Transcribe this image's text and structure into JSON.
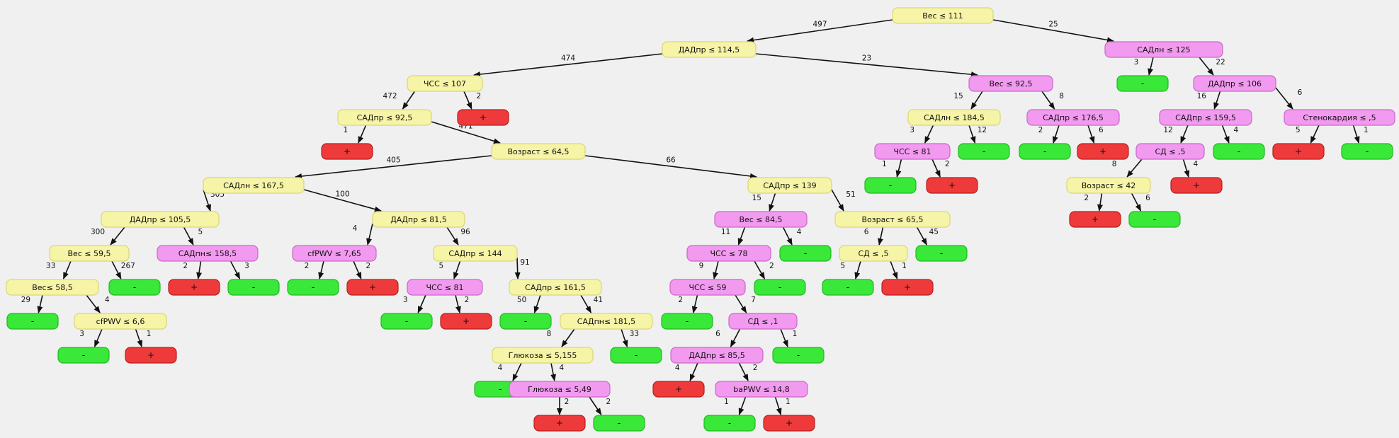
{
  "colors": {
    "yellow_fill": "#f6f4a6",
    "yellow_stroke": "#d9d67a",
    "pink_fill": "#f29af0",
    "pink_stroke": "#c869c6",
    "green_fill": "#39e839",
    "green_stroke": "#24b824",
    "red_fill": "#ee3a3a",
    "red_stroke": "#b81f1f",
    "background": "#f0f0f0"
  },
  "nodes": {
    "n1": {
      "label": "Вес ≤ 111",
      "kind": "yellow"
    },
    "n2": {
      "label": "ДАДпр ≤ 114,5",
      "kind": "yellow"
    },
    "n3": {
      "label": "САДлн ≤ 125",
      "kind": "pink"
    },
    "n4": {
      "label": "ЧСС ≤ 107",
      "kind": "yellow"
    },
    "n5": {
      "label": "Вес ≤ 92,5",
      "kind": "pink"
    },
    "n6": {
      "label": "-",
      "kind": "green"
    },
    "n7": {
      "label": "ДАДпр ≤ 106",
      "kind": "pink"
    },
    "n8": {
      "label": "САДпр ≤ 92,5",
      "kind": "yellow"
    },
    "n9": {
      "label": "+",
      "kind": "red"
    },
    "n10": {
      "label": "САДлн ≤ 184,5",
      "kind": "yellow"
    },
    "n11": {
      "label": "САДпр ≤ 176,5",
      "kind": "pink"
    },
    "n12": {
      "label": "САДпр ≤ 159,5",
      "kind": "pink"
    },
    "n13": {
      "label": "Стенокардия ≤ ,5",
      "kind": "pink"
    },
    "n14": {
      "label": "+",
      "kind": "red"
    },
    "n15": {
      "label": "Возраст ≤ 64,5",
      "kind": "yellow"
    },
    "n16": {
      "label": "ЧСС ≤ 81",
      "kind": "pink"
    },
    "n17": {
      "label": "-",
      "kind": "green"
    },
    "n18": {
      "label": "-",
      "kind": "green"
    },
    "n19": {
      "label": "+",
      "kind": "red"
    },
    "n20": {
      "label": "СД ≤ ,5",
      "kind": "pink"
    },
    "n21": {
      "label": "-",
      "kind": "green"
    },
    "n22": {
      "label": "+",
      "kind": "red"
    },
    "n23": {
      "label": "-",
      "kind": "green"
    },
    "n24": {
      "label": "САДлн ≤ 167,5",
      "kind": "yellow"
    },
    "n25": {
      "label": "САДпр ≤ 139",
      "kind": "yellow"
    },
    "n26": {
      "label": "-",
      "kind": "green"
    },
    "n27": {
      "label": "+",
      "kind": "red"
    },
    "n28": {
      "label": "Возраст ≤ 42",
      "kind": "yellow"
    },
    "n29": {
      "label": "+",
      "kind": "red"
    },
    "n30": {
      "label": "ДАДпр ≤ 105,5",
      "kind": "yellow"
    },
    "n31": {
      "label": "ДАДпр ≤ 81,5",
      "kind": "yellow"
    },
    "n32": {
      "label": "Вес ≤ 84,5",
      "kind": "pink"
    },
    "n33": {
      "label": "Возраст ≤ 65,5",
      "kind": "yellow"
    },
    "n34": {
      "label": "+",
      "kind": "red"
    },
    "n35": {
      "label": "-",
      "kind": "green"
    },
    "n36": {
      "label": "Вес ≤ 59,5",
      "kind": "yellow"
    },
    "n37": {
      "label": "САДпн≤ 158,5",
      "kind": "pink"
    },
    "n38": {
      "label": "cfPWV ≤ 7,65",
      "kind": "pink"
    },
    "n39": {
      "label": "САДпр ≤ 144",
      "kind": "yellow"
    },
    "n40": {
      "label": "ЧСС ≤ 78",
      "kind": "pink"
    },
    "n41": {
      "label": "-",
      "kind": "green"
    },
    "n42": {
      "label": "СД ≤ ,5",
      "kind": "yellow"
    },
    "n43": {
      "label": "-",
      "kind": "green"
    },
    "n44": {
      "label": "Вес≤ 58,5",
      "kind": "yellow"
    },
    "n45": {
      "label": "-",
      "kind": "green"
    },
    "n46": {
      "label": "+",
      "kind": "red"
    },
    "n47": {
      "label": "-",
      "kind": "green"
    },
    "n48": {
      "label": "-",
      "kind": "green"
    },
    "n49": {
      "label": "+",
      "kind": "red"
    },
    "n50": {
      "label": "ЧСС ≤ 81",
      "kind": "pink"
    },
    "n51": {
      "label": "САДпр ≤ 161,5",
      "kind": "yellow"
    },
    "n52": {
      "label": "ЧСС ≤ 59",
      "kind": "pink"
    },
    "n53": {
      "label": "-",
      "kind": "green"
    },
    "n54": {
      "label": "-",
      "kind": "green"
    },
    "n55": {
      "label": "+",
      "kind": "red"
    },
    "n56": {
      "label": "-",
      "kind": "green"
    },
    "n57": {
      "label": "cfPWV ≤ 6,6",
      "kind": "yellow"
    },
    "n58": {
      "label": "-",
      "kind": "green"
    },
    "n59": {
      "label": "+",
      "kind": "red"
    },
    "n60": {
      "label": "-",
      "kind": "green"
    },
    "n61": {
      "label": "САДпн≤ 181,5",
      "kind": "yellow"
    },
    "n62": {
      "label": "-",
      "kind": "green"
    },
    "n63": {
      "label": "СД ≤ ,1",
      "kind": "pink"
    },
    "n64": {
      "label": "-",
      "kind": "green"
    },
    "n65": {
      "label": "+",
      "kind": "red"
    },
    "n66": {
      "label": "Глюкоза ≤ 5,155",
      "kind": "yellow"
    },
    "n67": {
      "label": "-",
      "kind": "green"
    },
    "n68": {
      "label": "ДАДпр ≤ 85,5",
      "kind": "pink"
    },
    "n69": {
      "label": "-",
      "kind": "green"
    },
    "n70": {
      "label": "-",
      "kind": "green"
    },
    "n71": {
      "label": "Глюкоза ≤ 5,49",
      "kind": "pink"
    },
    "n72": {
      "label": "+",
      "kind": "red"
    },
    "n73": {
      "label": "baPWV ≤ 14,8",
      "kind": "pink"
    },
    "n74": {
      "label": "+",
      "kind": "red"
    },
    "n75": {
      "label": "-",
      "kind": "green"
    },
    "n76": {
      "label": "-",
      "kind": "green"
    },
    "n77": {
      "label": "+",
      "kind": "red"
    }
  },
  "edges": [
    {
      "id": "e1",
      "from": "n1",
      "to": "n2",
      "label": "497"
    },
    {
      "id": "e2",
      "from": "n1",
      "to": "n3",
      "label": "25"
    },
    {
      "id": "e3",
      "from": "n2",
      "to": "n4",
      "label": "474"
    },
    {
      "id": "e4",
      "from": "n2",
      "to": "n5",
      "label": "23"
    },
    {
      "id": "e5",
      "from": "n3",
      "to": "n6",
      "label": "3"
    },
    {
      "id": "e6",
      "from": "n3",
      "to": "n7",
      "label": "22"
    },
    {
      "id": "e7",
      "from": "n4",
      "to": "n8",
      "label": "472"
    },
    {
      "id": "e8",
      "from": "n4",
      "to": "n9",
      "label": "2"
    },
    {
      "id": "e9",
      "from": "n5",
      "to": "n10",
      "label": "15"
    },
    {
      "id": "e10",
      "from": "n5",
      "to": "n11",
      "label": "8"
    },
    {
      "id": "e11",
      "from": "n7",
      "to": "n12",
      "label": "16"
    },
    {
      "id": "e12",
      "from": "n7",
      "to": "n13",
      "label": "6"
    },
    {
      "id": "e13",
      "from": "n8",
      "to": "n14",
      "label": "1"
    },
    {
      "id": "e14",
      "from": "n8",
      "to": "n15",
      "label": "471"
    },
    {
      "id": "e15",
      "from": "n10",
      "to": "n16",
      "label": "3"
    },
    {
      "id": "e16",
      "from": "n10",
      "to": "n17",
      "label": "12"
    },
    {
      "id": "e17",
      "from": "n11",
      "to": "n18",
      "label": "2"
    },
    {
      "id": "e18",
      "from": "n11",
      "to": "n19",
      "label": "6"
    },
    {
      "id": "e19",
      "from": "n12",
      "to": "n20",
      "label": "12"
    },
    {
      "id": "e20",
      "from": "n12",
      "to": "n21",
      "label": "4"
    },
    {
      "id": "e21",
      "from": "n13",
      "to": "n22",
      "label": "5"
    },
    {
      "id": "e22",
      "from": "n13",
      "to": "n23",
      "label": "1"
    },
    {
      "id": "e23",
      "from": "n15",
      "to": "n24",
      "label": "405"
    },
    {
      "id": "e24",
      "from": "n15",
      "to": "n25",
      "label": "66"
    },
    {
      "id": "e25",
      "from": "n16",
      "to": "n26",
      "label": "1"
    },
    {
      "id": "e26",
      "from": "n16",
      "to": "n27",
      "label": "2"
    },
    {
      "id": "e27",
      "from": "n20",
      "to": "n28",
      "label": "8"
    },
    {
      "id": "e28",
      "from": "n20",
      "to": "n29",
      "label": "4"
    },
    {
      "id": "e29",
      "from": "n24",
      "to": "n30",
      "label": "305"
    },
    {
      "id": "e30",
      "from": "n24",
      "to": "n31",
      "label": "100"
    },
    {
      "id": "e31",
      "from": "n25",
      "to": "n32",
      "label": "15"
    },
    {
      "id": "e32",
      "from": "n25",
      "to": "n33",
      "label": "51"
    },
    {
      "id": "e33",
      "from": "n28",
      "to": "n34",
      "label": "2"
    },
    {
      "id": "e34",
      "from": "n28",
      "to": "n35",
      "label": "6"
    },
    {
      "id": "e35",
      "from": "n30",
      "to": "n36",
      "label": "300"
    },
    {
      "id": "e36",
      "from": "n30",
      "to": "n37",
      "label": "5"
    },
    {
      "id": "e37",
      "from": "n31",
      "to": "n38",
      "label": "4"
    },
    {
      "id": "e38",
      "from": "n31",
      "to": "n39",
      "label": "96"
    },
    {
      "id": "e39",
      "from": "n32",
      "to": "n40",
      "label": "11"
    },
    {
      "id": "e40",
      "from": "n32",
      "to": "n41",
      "label": "4"
    },
    {
      "id": "e41",
      "from": "n33",
      "to": "n42",
      "label": "6"
    },
    {
      "id": "e42",
      "from": "n33",
      "to": "n43",
      "label": "45"
    },
    {
      "id": "e43",
      "from": "n36",
      "to": "n44",
      "label": "33"
    },
    {
      "id": "e44",
      "from": "n36",
      "to": "n45",
      "label": "267"
    },
    {
      "id": "e45",
      "from": "n37",
      "to": "n46",
      "label": "2"
    },
    {
      "id": "e46",
      "from": "n37",
      "to": "n47",
      "label": "3"
    },
    {
      "id": "e47",
      "from": "n38",
      "to": "n48",
      "label": "2"
    },
    {
      "id": "e48",
      "from": "n38",
      "to": "n49",
      "label": "2"
    },
    {
      "id": "e49",
      "from": "n39",
      "to": "n50",
      "label": "5"
    },
    {
      "id": "e50",
      "from": "n39",
      "to": "n51",
      "label": "91"
    },
    {
      "id": "e51",
      "from": "n40",
      "to": "n52",
      "label": "9"
    },
    {
      "id": "e52",
      "from": "n40",
      "to": "n53",
      "label": "2"
    },
    {
      "id": "e53",
      "from": "n42",
      "to": "n54",
      "label": "5"
    },
    {
      "id": "e54",
      "from": "n42",
      "to": "n55",
      "label": "1"
    },
    {
      "id": "e55",
      "from": "n44",
      "to": "n56",
      "label": "29"
    },
    {
      "id": "e56",
      "from": "n44",
      "to": "n57",
      "label": "4"
    },
    {
      "id": "e57",
      "from": "n50",
      "to": "n58",
      "label": "3"
    },
    {
      "id": "e58",
      "from": "n50",
      "to": "n59",
      "label": "2"
    },
    {
      "id": "e59",
      "from": "n51",
      "to": "n60",
      "label": "50"
    },
    {
      "id": "e60",
      "from": "n51",
      "to": "n61",
      "label": "41"
    },
    {
      "id": "e61",
      "from": "n52",
      "to": "n62",
      "label": "2"
    },
    {
      "id": "e62",
      "from": "n52",
      "to": "n63",
      "label": "7"
    },
    {
      "id": "e63",
      "from": "n57",
      "to": "n64",
      "label": "3"
    },
    {
      "id": "e64",
      "from": "n57",
      "to": "n65",
      "label": "1"
    },
    {
      "id": "e65",
      "from": "n61",
      "to": "n66",
      "label": "8"
    },
    {
      "id": "e66",
      "from": "n61",
      "to": "n67",
      "label": "33"
    },
    {
      "id": "e67",
      "from": "n63",
      "to": "n68",
      "label": "6"
    },
    {
      "id": "e68",
      "from": "n63",
      "to": "n69",
      "label": "1"
    },
    {
      "id": "e69",
      "from": "n66",
      "to": "n70",
      "label": "4"
    },
    {
      "id": "e70",
      "from": "n66",
      "to": "n71",
      "label": "4"
    },
    {
      "id": "e71",
      "from": "n68",
      "to": "n72",
      "label": "4"
    },
    {
      "id": "e72",
      "from": "n68",
      "to": "n73",
      "label": "2"
    },
    {
      "id": "e73",
      "from": "n71",
      "to": "n74",
      "label": "2"
    },
    {
      "id": "e74",
      "from": "n71",
      "to": "n75",
      "label": "2"
    },
    {
      "id": "e75",
      "from": "n73",
      "to": "n76",
      "label": "1"
    },
    {
      "id": "e76",
      "from": "n73",
      "to": "n77",
      "label": "1"
    }
  ]
}
